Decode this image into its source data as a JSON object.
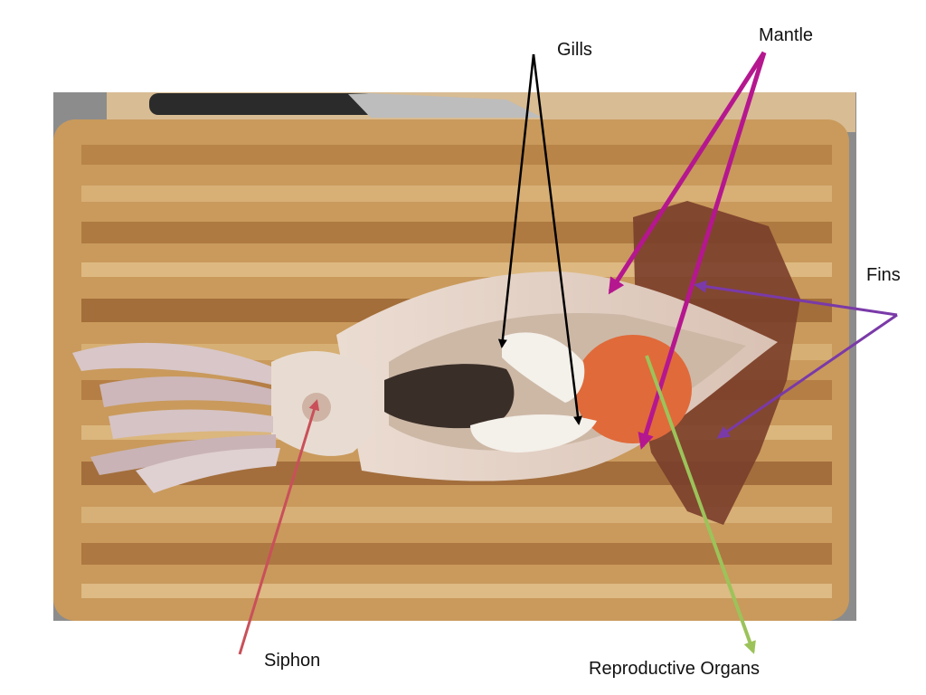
{
  "labels": {
    "gills": "Gills",
    "mantle": "Mantle",
    "fins": "Fins",
    "siphon": "Siphon",
    "reproductive_organs": "Reproductive Organs"
  },
  "colors": {
    "background": "#ffffff",
    "label_text": "#111111",
    "gills_arrow": "#000000",
    "mantle_arrow": "#b5178f",
    "fins_arrow": "#7a3aa8",
    "siphon_arrow": "#c9505a",
    "reproductive_arrow": "#9cc35a",
    "cutting_board": "#c99a5c",
    "squid_body": "#e6d7cc"
  },
  "photo": {
    "subject": "dissected squid on wooden cutting board with knife"
  }
}
